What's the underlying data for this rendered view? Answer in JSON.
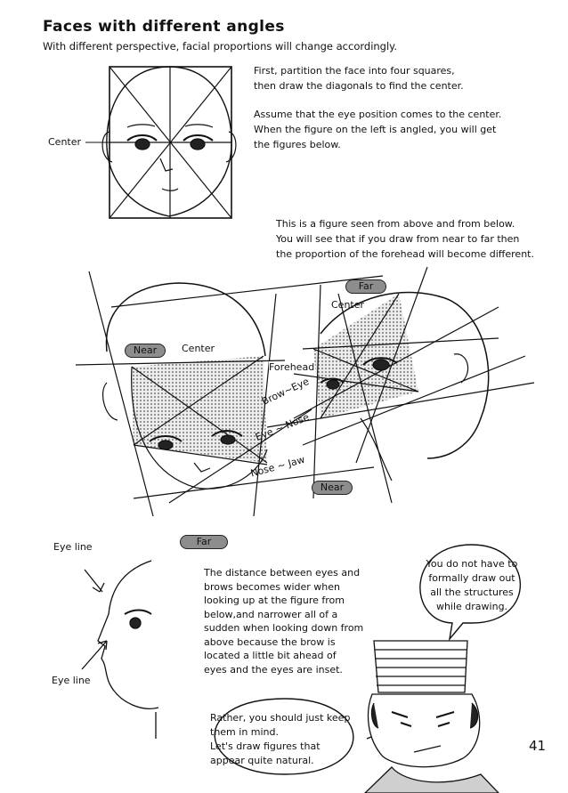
{
  "page": {
    "title": "Faces with different angles",
    "subtitle": "With different perspective, facial proportions will change accordingly.",
    "page_number": "41"
  },
  "top_section": {
    "center_label": "Center",
    "para1_lines": [
      "First, partition the face into four squares,",
      "then draw the diagonals to find the center."
    ],
    "para2_lines": [
      "Assume that the eye position comes to the center.",
      "When the figure on the left is angled, you will get",
      "the figures below."
    ],
    "para3_lines": [
      "This is a figure seen from above and from below.",
      "You will see that if you draw from near to far then",
      "the proportion of the forehead will become different."
    ]
  },
  "middle_section": {
    "near_left": "Near",
    "center_left": "Center",
    "forehead": "Forehead",
    "brow_eye": "Brow~Eye",
    "eye_nose": "Eye ~ Nose",
    "nose_jaw": "Nose ~ Jaw",
    "far_right": "Far",
    "center_right": "Center",
    "near_right": "Near"
  },
  "bottom_section": {
    "eye_line_top": "Eye line",
    "eye_line_bottom": "Eye line",
    "far_label": "Far",
    "para_lines": [
      "The distance between eyes and",
      "brows becomes wider when",
      "looking up at the figure from",
      "below,and narrower all of a",
      "sudden when looking down from",
      "above because the brow is",
      "located a little bit ahead of",
      "eyes and the eyes are inset."
    ],
    "bubble_right_lines": [
      "You do not have to",
      "formally draw out",
      "all the structures",
      "while drawing."
    ],
    "bubble_bottom_lines": [
      "Rather, you should just keep",
      "them in mind.",
      "Let's draw figures that",
      "appear quite natural."
    ]
  },
  "colors": {
    "pill_fill": "#8d8d8d",
    "ink": "#111111",
    "screen": "#cfcfcf"
  }
}
